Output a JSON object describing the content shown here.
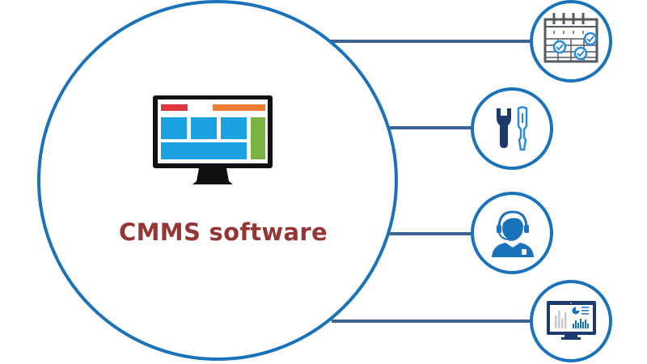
{
  "diagram": {
    "title": "CMMS software",
    "colors": {
      "ring": "#1a72bb",
      "connector": "#3e6497",
      "title": "#963634",
      "monitor_frame": "#111111",
      "tile_blue": "#1ba1e2",
      "tile_green": "#7ab342",
      "bar_red": "#e0363f",
      "bar_orange": "#ee7d31",
      "icon_dark": "#1d3a6e",
      "icon_light": "#2a8bd6",
      "icon_gray": "#555a60"
    },
    "hub": {
      "name": "cmms-software",
      "icon": "monitor-dashboard-icon"
    },
    "nodes": [
      {
        "id": "scheduling",
        "icon": "calendar-check-icon"
      },
      {
        "id": "maintenance-tools",
        "icon": "wrench-screwdriver-icon"
      },
      {
        "id": "support",
        "icon": "headset-agent-icon"
      },
      {
        "id": "reporting-analytics",
        "icon": "analytics-monitor-icon"
      }
    ]
  }
}
